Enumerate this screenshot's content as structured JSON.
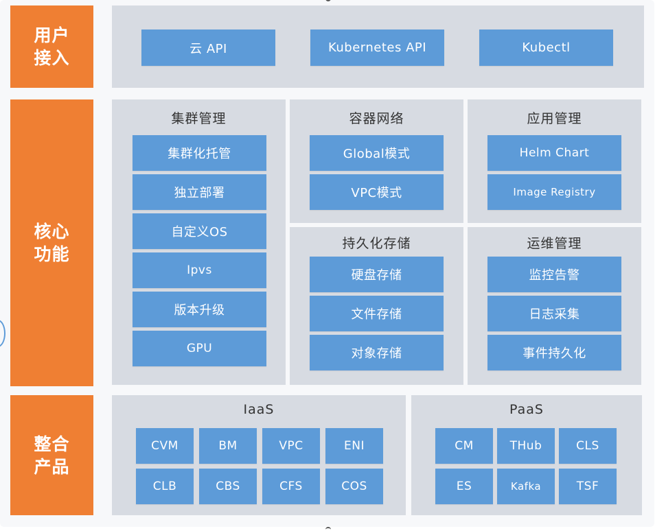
{
  "layers": {
    "access": "用户接入",
    "core": "核心功能",
    "integration": "整合产品"
  },
  "access": {
    "items": [
      "云 API",
      "Kubernetes API",
      "Kubectl"
    ]
  },
  "core": {
    "cluster": {
      "title": "集群管理",
      "items": [
        "集群化托管",
        "独立部署",
        "自定义OS",
        "Ipvs",
        "版本升级",
        "GPU"
      ]
    },
    "network": {
      "title": "容器网络",
      "items": [
        "Global模式",
        "VPC模式"
      ]
    },
    "app": {
      "title": "应用管理",
      "items": [
        "Helm Chart",
        "Image Registry"
      ]
    },
    "storage": {
      "title": "持久化存储",
      "items": [
        "硬盘存储",
        "文件存储",
        "对象存储"
      ]
    },
    "ops": {
      "title": "运维管理",
      "items": [
        "监控告警",
        "日志采集",
        "事件持久化"
      ]
    }
  },
  "integration": {
    "iaas": {
      "title": "IaaS",
      "items": [
        "CVM",
        "BM",
        "VPC",
        "ENI",
        "CLB",
        "CBS",
        "CFS",
        "COS"
      ]
    },
    "paas": {
      "title": "PaaS",
      "items": [
        "CM",
        "THub",
        "CLS",
        "ES",
        "Kafka",
        "TSF"
      ]
    }
  },
  "colors": {
    "layer_label": "#ef7f33",
    "panel": "#d7dbe2",
    "tile": "#5d9bd8"
  }
}
